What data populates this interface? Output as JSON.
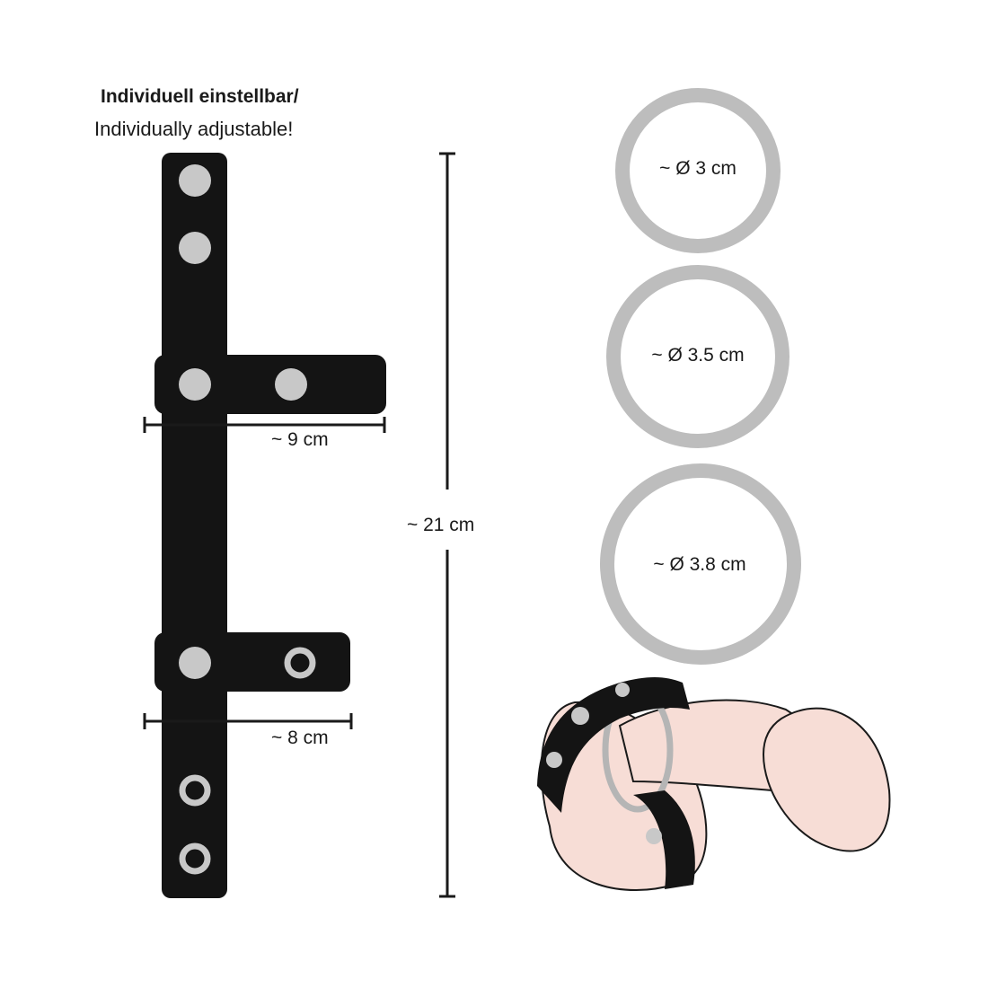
{
  "heading": {
    "line1": "Individuell einstellbar/",
    "line2": "Individually adjustable!"
  },
  "dimensions": {
    "upper_strap": "~ 9 cm",
    "lower_strap": "~ 8 cm",
    "total_length": "~ 21 cm"
  },
  "rings": [
    {
      "label": "~ Ø 3 cm"
    },
    {
      "label": "~ Ø 3.5 cm"
    },
    {
      "label": "~ Ø 3.8 cm"
    }
  ],
  "colors": {
    "strap": "#141414",
    "snap": "#c8c8c8",
    "ring": "#bdbdbd",
    "skin": "#f7ddd6",
    "outline": "#1a1a1a"
  }
}
